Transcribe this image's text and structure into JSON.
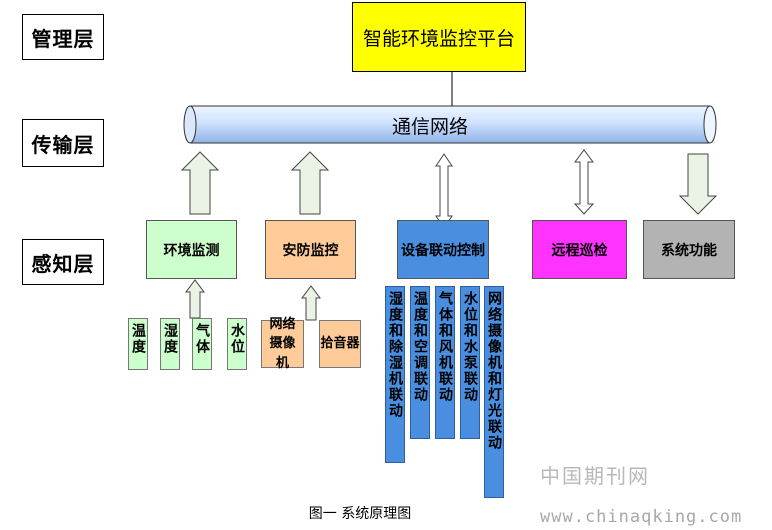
{
  "layers": {
    "management": "管理层",
    "transport": "传输层",
    "perception": "感知层"
  },
  "platform": "智能环境监控平台",
  "network": "通信网络",
  "modules": {
    "env": "环境监测",
    "security": "安防监控",
    "linkage": "设备联动控制",
    "remote": "远程巡检",
    "system": "系统功能"
  },
  "sensors": [
    "温度",
    "湿度",
    "气体",
    "水位"
  ],
  "security_devices": [
    "网络摄像机",
    "拾音器"
  ],
  "linkage_items": [
    "湿度和除湿机联动",
    "温度和空调联动",
    "气体和风机联动",
    "水位和水泵联动",
    "网络摄像机和灯光联动"
  ],
  "caption": "图一 系统原理图",
  "watermark": {
    "cn": "中国期刊网",
    "url": "www.chinaqking.com"
  },
  "colors": {
    "platform": "#ffff00",
    "network": "#cfe2ff",
    "env": "#ccffcc",
    "security": "#ffcc99",
    "linkage": "#4a8fdf",
    "remote": "#ff33ff",
    "system": "#b3b3b3"
  }
}
